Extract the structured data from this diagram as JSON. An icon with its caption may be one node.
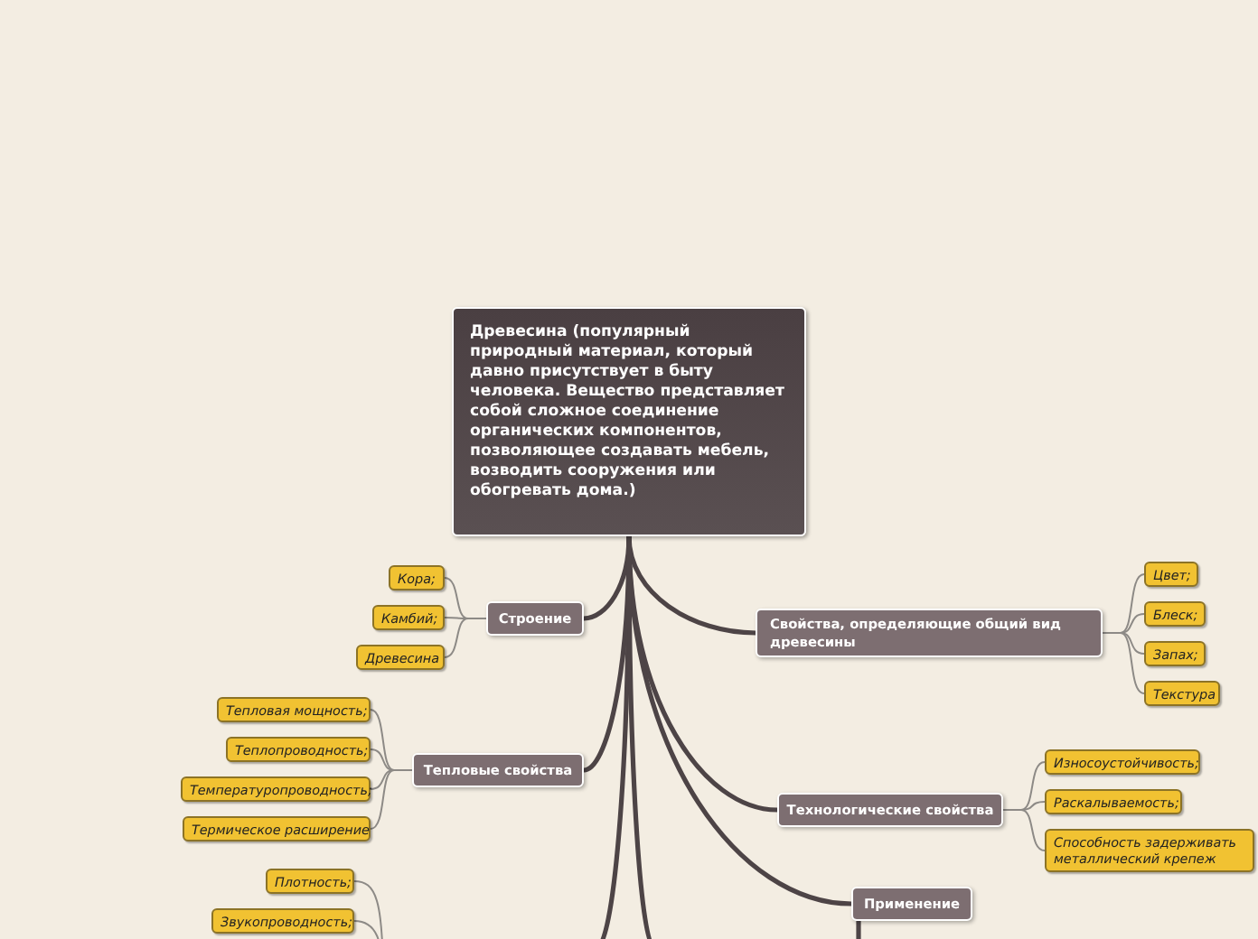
{
  "diagram": {
    "nodes": [
      {
        "text": [
          "Древесина (популярный природный материал, который давно присутствует в быту человека. Вещество представляет собой сложное соединение органических компонентов, позволяющее создавать мебель, возводить сооружения или обогревать дома.)"
        ]
      },
      {
        "text": [
          "Строение"
        ]
      },
      {
        "text": [
          "Кора;"
        ]
      },
      {
        "text": [
          "Камбий;"
        ]
      },
      {
        "text": [
          "Древесина"
        ]
      },
      {
        "text": [
          "Тепловые свойства"
        ]
      },
      {
        "text": [
          "Тепловая мощность;"
        ]
      },
      {
        "text": [
          "Теплопроводность;"
        ]
      },
      {
        "text": [
          "Температуропроводность;"
        ]
      },
      {
        "text": [
          "Термическое расширение"
        ]
      },
      {
        "text": [
          "Свойства, определяющие общий вид древесины"
        ]
      },
      {
        "text": [
          "Цвет;"
        ]
      },
      {
        "text": [
          "Блеск;"
        ]
      },
      {
        "text": [
          "Запах;"
        ]
      },
      {
        "text": [
          "Текстура"
        ]
      },
      {
        "text": [
          "Технологические свойства"
        ]
      },
      {
        "text": [
          "Износоустойчивость;"
        ]
      },
      {
        "text": [
          "Раскалываемость;"
        ]
      },
      {
        "text": [
          "Способность задерживать металлический крепеж"
        ]
      },
      {
        "text": [
          "Применение"
        ]
      },
      {
        "text": [
          "Плотность;"
        ]
      },
      {
        "text": [
          "Звукопроводность;"
        ]
      }
    ],
    "edges": [
      {
        "from": 0,
        "to": 1,
        "arrow": "none",
        "style": "thick",
        "color": "#4d4446"
      },
      {
        "from": 0,
        "to": 5,
        "arrow": "none",
        "style": "thick",
        "color": "#4d4446"
      },
      {
        "from": 0,
        "to": 10,
        "arrow": "none",
        "style": "thick",
        "color": "#4d4446"
      },
      {
        "from": 0,
        "to": 15,
        "arrow": "none",
        "style": "thick",
        "color": "#4d4446"
      },
      {
        "from": 0,
        "to": 19,
        "arrow": "none",
        "style": "thick",
        "color": "#4d4446"
      },
      {
        "from": 1,
        "to": 2,
        "arrow": "none"
      },
      {
        "from": 1,
        "to": 3,
        "arrow": "none"
      },
      {
        "from": 1,
        "to": 4,
        "arrow": "none"
      },
      {
        "from": 5,
        "to": 6,
        "arrow": "none"
      },
      {
        "from": 5,
        "to": 7,
        "arrow": "none"
      },
      {
        "from": 5,
        "to": 8,
        "arrow": "none"
      },
      {
        "from": 5,
        "to": 9,
        "arrow": "none"
      },
      {
        "from": 10,
        "to": 11,
        "arrow": "none"
      },
      {
        "from": 10,
        "to": 12,
        "arrow": "none"
      },
      {
        "from": 10,
        "to": 13,
        "arrow": "none"
      },
      {
        "from": 10,
        "to": 14,
        "arrow": "none"
      },
      {
        "from": 15,
        "to": 16,
        "arrow": "none"
      },
      {
        "from": 15,
        "to": 17,
        "arrow": "none"
      },
      {
        "from": 15,
        "to": 18,
        "arrow": "none"
      },
      {
        "from": 0,
        "to": null,
        "arrow": "none",
        "style": "thick",
        "color": "#4d4446"
      },
      {
        "from": 0,
        "to": null,
        "arrow": "none",
        "style": "thick",
        "color": "#4d4446"
      },
      {
        "from": 19,
        "to": null,
        "arrow": "none",
        "style": "thick",
        "color": "#4d4446"
      },
      {
        "from": null,
        "to": 20,
        "arrow": "none"
      },
      {
        "from": null,
        "to": 21,
        "arrow": "none"
      }
    ]
  }
}
